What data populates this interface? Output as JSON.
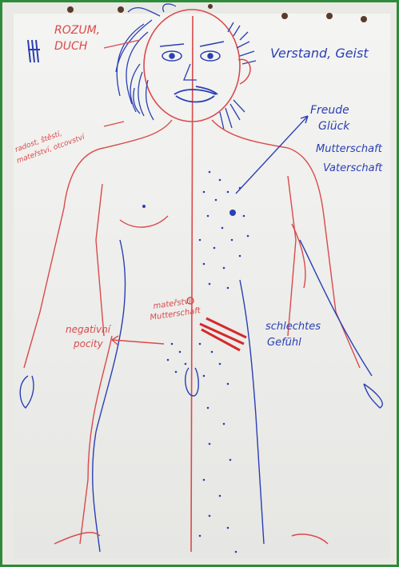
{
  "annotations": {
    "rozum_duch": [
      "ROZUM,",
      "DUCH"
    ],
    "verstand_geist": "Verstand, Geist",
    "positive_feelings": [
      "Freude",
      "Glück",
      "Mutterschaft",
      "Vaterschaft"
    ],
    "red_left_text": [
      "radost, štěstí,",
      "mateřství, otcovství"
    ],
    "red_mid_text": [
      "mateřství",
      "Mutterschaft"
    ],
    "negative_text": [
      "negativní",
      "pocity"
    ],
    "bad_feeling_text": [
      "schlechtes",
      "Gefühl"
    ]
  },
  "colors": {
    "frame": "#2e8b3a",
    "red_ink": "#d94a4a",
    "blue_ink": "#2a3fb4"
  }
}
